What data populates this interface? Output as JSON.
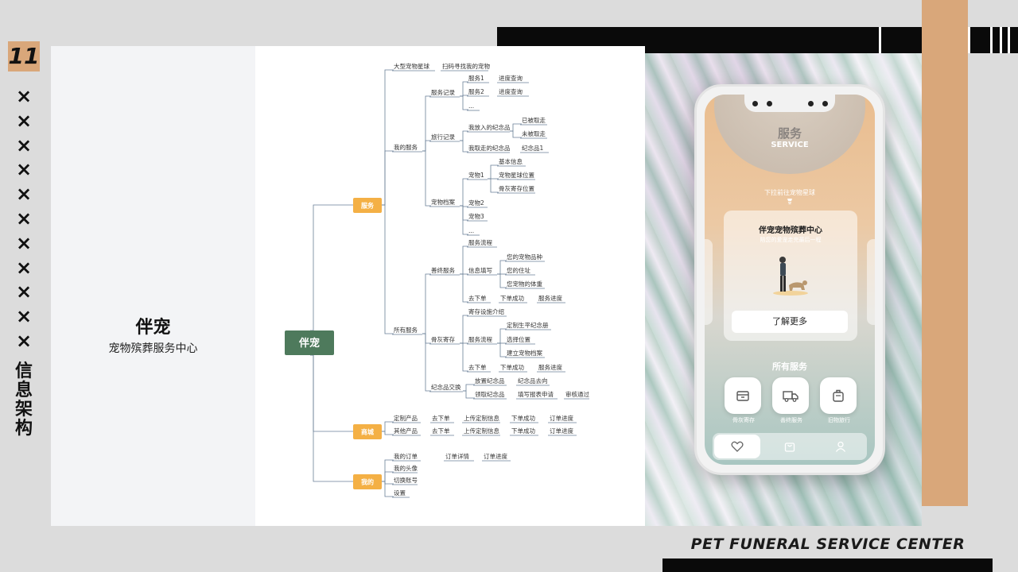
{
  "page_number": "11",
  "section_title": "信息架构",
  "cross_mark": "×",
  "brand": {
    "name": "伴宠",
    "subtitle": "宠物殡葬服务中心"
  },
  "footer": {
    "title": "PET FUNERAL SERVICE CENTER"
  },
  "colors": {
    "tan": "#d9a77a",
    "root": "#4e7a5c",
    "branch": "#f4b045",
    "line": "#6a7f96"
  },
  "mindmap": {
    "root": "伴宠",
    "branches": {
      "service": "服务",
      "mall": "商城",
      "mine": "我的"
    },
    "labels": {
      "planet": "大型宠物星球",
      "scan": "扫码寻找我的宠物",
      "my_service": "我的服务",
      "service_record": "服务记录",
      "service1": "服务1",
      "service2": "服务2",
      "ellipsis": "...",
      "progress_query": "进度查询",
      "travel_record": "旅行记录",
      "my_placed": "我放入的纪念品",
      "taken": "已被取走",
      "not_taken": "未被取走",
      "my_taken": "我取走的纪念品",
      "souvenir1": "纪念品1",
      "pet_profile": "宠物档案",
      "pet1": "宠物1",
      "pet2": "宠物2",
      "pet3": "宠物3",
      "basic_info": "基本信息",
      "planet_position": "宠物星球位置",
      "ash_storage": "骨灰寄存位置",
      "all_services": "所有服务",
      "end_service": "善终服务",
      "service_flow": "服务流程",
      "info_fill": "信息填写",
      "breed": "您的宠物品种",
      "address": "您的住址",
      "weight": "您宠物的体重",
      "go_order": "去下单",
      "order_success": "下单成功",
      "service_progress": "服务进度",
      "ash_deposit": "骨灰寄存",
      "deposit_intro": "寄存设施介绍",
      "custom_souvenir": "定制生平纪念册",
      "choose_position": "选择位置",
      "create_profile": "建立宠物档案",
      "souvenir_exchange": "纪念品交换",
      "place_souvenir": "放置纪念品",
      "souvenir_whereabouts": "纪念品去向",
      "get_souvenir": "领取纪念品",
      "fill_application": "填写报表申请",
      "review_pass": "审核通过",
      "custom_product": "定制产品",
      "other_product": "其他产品",
      "upload_custom": "上传定制信息",
      "order_progress": "订单进度",
      "my_orders": "我的订单",
      "order_detail": "订单详情",
      "my_avatar": "我的头像",
      "switch_account": "切换账号",
      "settings": "设置"
    }
  },
  "phone": {
    "header_cn": "服务",
    "header_en": "SERVICE",
    "pull_hint": "下拉前往宠物星球",
    "card_title": "伴宠宠物殡葬中心",
    "card_subtitle": "陪您的爱宠走完最后一程",
    "more_button": "了解更多",
    "all_services": "所有服务",
    "services": [
      {
        "label": "骨灰寄存",
        "icon": "storage-box-icon"
      },
      {
        "label": "善终服务",
        "icon": "van-icon"
      },
      {
        "label": "旧物旅行",
        "icon": "suitcase-icon"
      }
    ],
    "tabs": [
      {
        "icon": "heart-icon"
      },
      {
        "icon": "shopping-bag-icon"
      },
      {
        "icon": "user-icon"
      }
    ]
  }
}
